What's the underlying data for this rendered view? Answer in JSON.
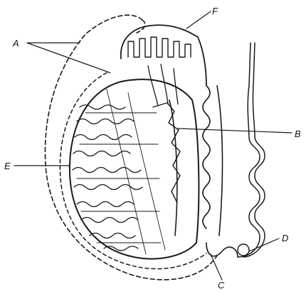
{
  "figure": {
    "labels": {
      "a": "A",
      "b": "B",
      "c": "C",
      "d": "D",
      "e": "E",
      "f": "F"
    }
  },
  "colors": {
    "ink": "#1a1a1a",
    "background": "#ffffff"
  }
}
